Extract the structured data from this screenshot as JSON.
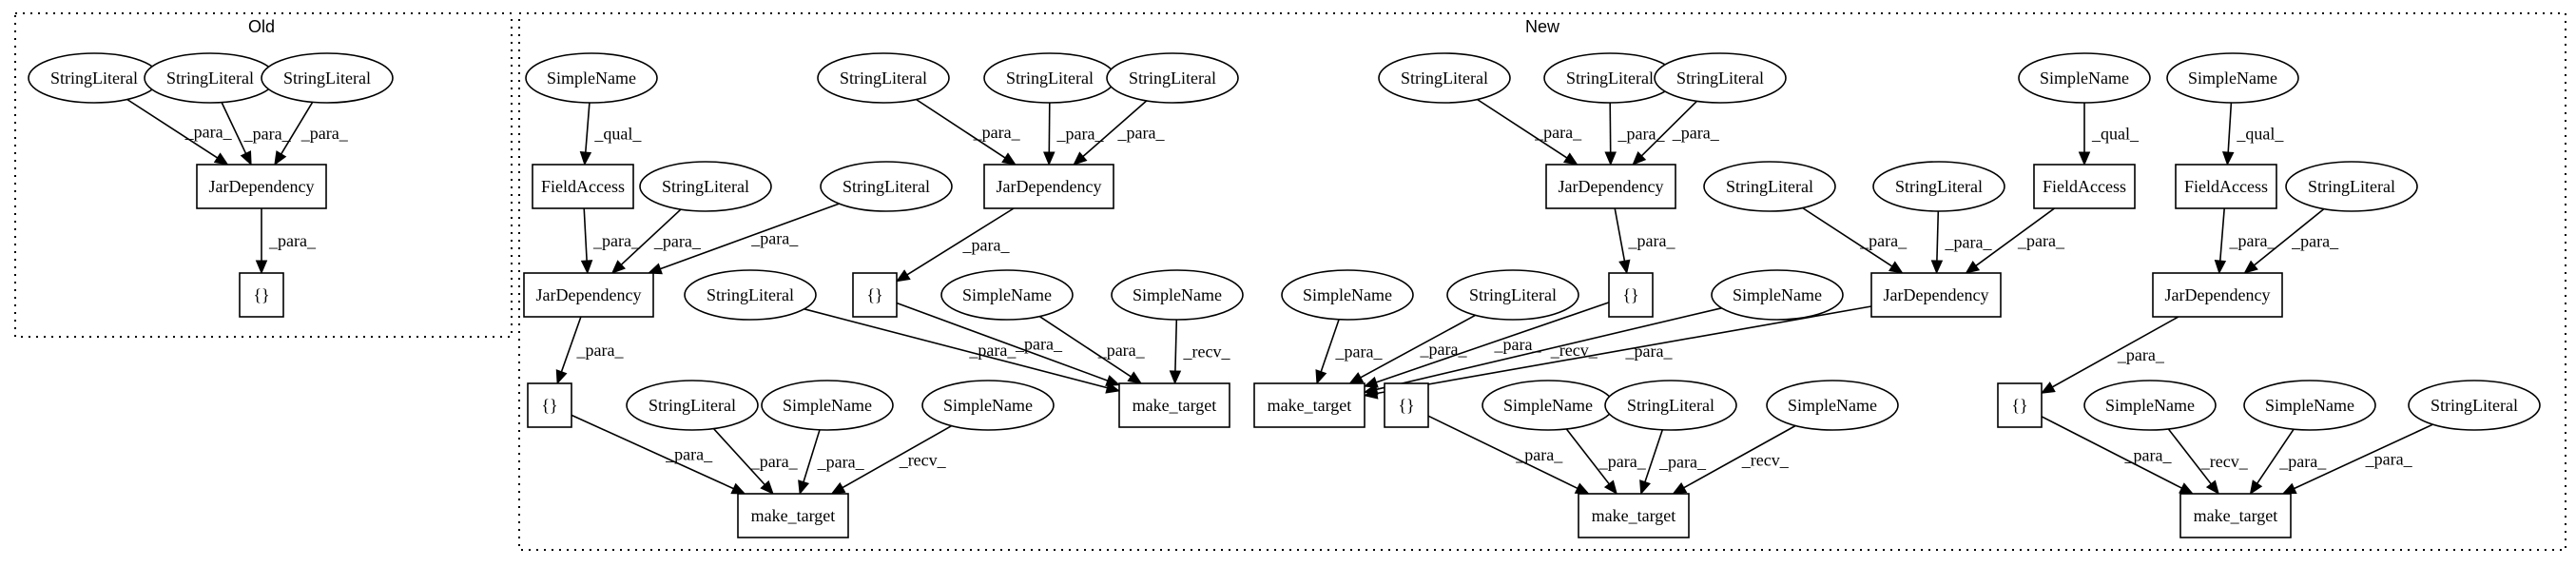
{
  "clusters": [
    {
      "id": "old",
      "label": "Old"
    },
    {
      "id": "new",
      "label": "New"
    }
  ],
  "nodes": [
    {
      "id": "o_s1",
      "label": "StringLiteral",
      "shape": "ellipse"
    },
    {
      "id": "o_s2",
      "label": "StringLiteral",
      "shape": "ellipse"
    },
    {
      "id": "o_s3",
      "label": "StringLiteral",
      "shape": "ellipse"
    },
    {
      "id": "o_jd",
      "label": "JarDependency",
      "shape": "box"
    },
    {
      "id": "o_br",
      "label": "{}",
      "shape": "box"
    },
    {
      "id": "a_sn",
      "label": "SimpleName",
      "shape": "ellipse"
    },
    {
      "id": "a_fa",
      "label": "FieldAccess",
      "shape": "box"
    },
    {
      "id": "a_s1",
      "label": "StringLiteral",
      "shape": "ellipse"
    },
    {
      "id": "a_s2",
      "label": "StringLiteral",
      "shape": "ellipse"
    },
    {
      "id": "a_jd",
      "label": "JarDependency",
      "shape": "box"
    },
    {
      "id": "a_br",
      "label": "{}",
      "shape": "box"
    },
    {
      "id": "a_s3",
      "label": "StringLiteral",
      "shape": "ellipse"
    },
    {
      "id": "a_sn2",
      "label": "SimpleName",
      "shape": "ellipse"
    },
    {
      "id": "a_sn3",
      "label": "SimpleName",
      "shape": "ellipse"
    },
    {
      "id": "a_mt",
      "label": "make_target",
      "shape": "box"
    },
    {
      "id": "b_s1",
      "label": "StringLiteral",
      "shape": "ellipse"
    },
    {
      "id": "b_s2",
      "label": "StringLiteral",
      "shape": "ellipse"
    },
    {
      "id": "b_s3",
      "label": "StringLiteral",
      "shape": "ellipse"
    },
    {
      "id": "b_jd",
      "label": "JarDependency",
      "shape": "box"
    },
    {
      "id": "b_br",
      "label": "{}",
      "shape": "box"
    },
    {
      "id": "b_s4",
      "label": "StringLiteral",
      "shape": "ellipse"
    },
    {
      "id": "b_sn1",
      "label": "SimpleName",
      "shape": "ellipse"
    },
    {
      "id": "b_sn2",
      "label": "SimpleName",
      "shape": "ellipse"
    },
    {
      "id": "b_mt",
      "label": "make_target",
      "shape": "box"
    },
    {
      "id": "c_s1",
      "label": "StringLiteral",
      "shape": "ellipse"
    },
    {
      "id": "c_s2",
      "label": "StringLiteral",
      "shape": "ellipse"
    },
    {
      "id": "c_s3",
      "label": "StringLiteral",
      "shape": "ellipse"
    },
    {
      "id": "c_jd",
      "label": "JarDependency",
      "shape": "box"
    },
    {
      "id": "c_br",
      "label": "{}",
      "shape": "box"
    },
    {
      "id": "c_sn1",
      "label": "SimpleName",
      "shape": "ellipse"
    },
    {
      "id": "c_s4",
      "label": "StringLiteral",
      "shape": "ellipse"
    },
    {
      "id": "c_sn2",
      "label": "SimpleName",
      "shape": "ellipse"
    },
    {
      "id": "c_mt",
      "label": "make_target",
      "shape": "box"
    },
    {
      "id": "d_s1",
      "label": "StringLiteral",
      "shape": "ellipse"
    },
    {
      "id": "d_s2",
      "label": "StringLiteral",
      "shape": "ellipse"
    },
    {
      "id": "d_sn",
      "label": "SimpleName",
      "shape": "ellipse"
    },
    {
      "id": "d_fa",
      "label": "FieldAccess",
      "shape": "box"
    },
    {
      "id": "d_jd",
      "label": "JarDependency",
      "shape": "box"
    },
    {
      "id": "d_br",
      "label": "{}",
      "shape": "box"
    },
    {
      "id": "d_sn1",
      "label": "SimpleName",
      "shape": "ellipse"
    },
    {
      "id": "d_s3",
      "label": "StringLiteral",
      "shape": "ellipse"
    },
    {
      "id": "d_sn2",
      "label": "SimpleName",
      "shape": "ellipse"
    },
    {
      "id": "d_mt",
      "label": "make_target",
      "shape": "box"
    },
    {
      "id": "e_sn",
      "label": "SimpleName",
      "shape": "ellipse"
    },
    {
      "id": "e_fa",
      "label": "FieldAccess",
      "shape": "box"
    },
    {
      "id": "e_s1",
      "label": "StringLiteral",
      "shape": "ellipse"
    },
    {
      "id": "e_jd",
      "label": "JarDependency",
      "shape": "box"
    },
    {
      "id": "e_br",
      "label": "{}",
      "shape": "box"
    },
    {
      "id": "e_sn1",
      "label": "SimpleName",
      "shape": "ellipse"
    },
    {
      "id": "e_sn2",
      "label": "SimpleName",
      "shape": "ellipse"
    },
    {
      "id": "e_s2",
      "label": "StringLiteral",
      "shape": "ellipse"
    },
    {
      "id": "e_mt",
      "label": "make_target",
      "shape": "box"
    }
  ],
  "edges": [
    {
      "from": "o_s1",
      "to": "o_jd",
      "label": "_para_"
    },
    {
      "from": "o_s2",
      "to": "o_jd",
      "label": "_para_"
    },
    {
      "from": "o_s3",
      "to": "o_jd",
      "label": "_para_"
    },
    {
      "from": "o_jd",
      "to": "o_br",
      "label": "_para_"
    },
    {
      "from": "a_sn",
      "to": "a_fa",
      "label": "_qual_"
    },
    {
      "from": "a_fa",
      "to": "a_jd",
      "label": "_para_"
    },
    {
      "from": "a_s1",
      "to": "a_jd",
      "label": "_para_"
    },
    {
      "from": "a_s2",
      "to": "a_jd",
      "label": "_para_"
    },
    {
      "from": "a_jd",
      "to": "a_br",
      "label": "_para_"
    },
    {
      "from": "a_br",
      "to": "a_mt",
      "label": "_para_"
    },
    {
      "from": "a_s3",
      "to": "a_mt",
      "label": "_para_"
    },
    {
      "from": "a_sn2",
      "to": "a_mt",
      "label": "_para_"
    },
    {
      "from": "a_sn3",
      "to": "a_mt",
      "label": "_recv_"
    },
    {
      "from": "b_s1",
      "to": "b_jd",
      "label": "_para_"
    },
    {
      "from": "b_s2",
      "to": "b_jd",
      "label": "_para_"
    },
    {
      "from": "b_s3",
      "to": "b_jd",
      "label": "_para_"
    },
    {
      "from": "b_jd",
      "to": "b_br",
      "label": "_para_"
    },
    {
      "from": "b_s4",
      "to": "b_mt",
      "label": "_para_"
    },
    {
      "from": "b_br",
      "to": "b_mt",
      "label": "_para_"
    },
    {
      "from": "b_sn1",
      "to": "b_mt",
      "label": "_para_"
    },
    {
      "from": "b_sn2",
      "to": "b_mt",
      "label": "_recv_"
    },
    {
      "from": "c_s1",
      "to": "c_jd",
      "label": "_para_"
    },
    {
      "from": "c_s2",
      "to": "c_jd",
      "label": "_para_"
    },
    {
      "from": "c_s3",
      "to": "c_jd",
      "label": "_para_"
    },
    {
      "from": "c_jd",
      "to": "c_br",
      "label": "_para_"
    },
    {
      "from": "c_sn1",
      "to": "c_mt",
      "label": "_para_"
    },
    {
      "from": "c_s4",
      "to": "c_mt",
      "label": "_para_"
    },
    {
      "from": "c_br",
      "to": "c_mt",
      "label": "_para_"
    },
    {
      "from": "c_sn2",
      "to": "c_mt",
      "label": "_recv_"
    },
    {
      "from": "d_jd",
      "to": "c_mt",
      "label": "_para_"
    },
    {
      "from": "d_s1",
      "to": "d_jd",
      "label": "_para_"
    },
    {
      "from": "d_s2",
      "to": "d_jd",
      "label": "_para_"
    },
    {
      "from": "d_sn",
      "to": "d_fa",
      "label": "_qual_"
    },
    {
      "from": "d_fa",
      "to": "d_jd",
      "label": "_para_"
    },
    {
      "from": "d_br",
      "to": "d_mt",
      "label": "_para_"
    },
    {
      "from": "d_sn1",
      "to": "d_mt",
      "label": "_para_"
    },
    {
      "from": "d_s3",
      "to": "d_mt",
      "label": "_para_"
    },
    {
      "from": "d_sn2",
      "to": "d_mt",
      "label": "_recv_"
    },
    {
      "from": "e_sn",
      "to": "e_fa",
      "label": "_qual_"
    },
    {
      "from": "e_fa",
      "to": "e_jd",
      "label": "_para_"
    },
    {
      "from": "e_s1",
      "to": "e_jd",
      "label": "_para_"
    },
    {
      "from": "e_jd",
      "to": "e_br",
      "label": "_para_"
    },
    {
      "from": "e_br",
      "to": "e_mt",
      "label": "_para_"
    },
    {
      "from": "e_sn1",
      "to": "e_mt",
      "label": "_recv_"
    },
    {
      "from": "e_sn2",
      "to": "e_mt",
      "label": "_para_"
    },
    {
      "from": "e_s2",
      "to": "e_mt",
      "label": "_para_"
    }
  ]
}
